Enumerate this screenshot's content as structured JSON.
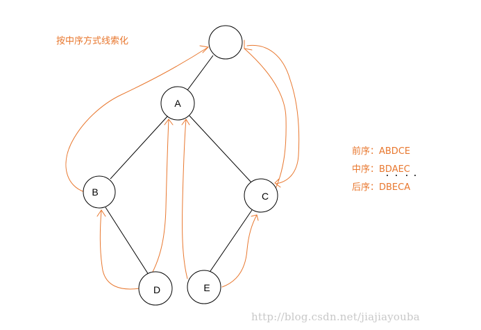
{
  "title": "按中序方式线索化",
  "nodes": [
    {
      "id": "root",
      "label": ""
    },
    {
      "id": "A",
      "label": "A"
    },
    {
      "id": "B",
      "label": "B"
    },
    {
      "id": "C",
      "label": "C"
    },
    {
      "id": "D",
      "label": "D"
    },
    {
      "id": "E",
      "label": "E"
    }
  ],
  "edges": [
    {
      "from": "root",
      "to": "A"
    },
    {
      "from": "A",
      "to": "B"
    },
    {
      "from": "A",
      "to": "C"
    },
    {
      "from": "B",
      "to": "D"
    },
    {
      "from": "C",
      "to": "E"
    }
  ],
  "threads": [
    {
      "from": "B",
      "to": "root"
    },
    {
      "from": "D",
      "to": "B"
    },
    {
      "from": "D",
      "to": "A"
    },
    {
      "from": "E",
      "to": "A"
    },
    {
      "from": "E",
      "to": "C"
    },
    {
      "from": "C",
      "to": "root"
    },
    {
      "from": "root",
      "to": "C"
    }
  ],
  "orders": {
    "preorder": "前序：ABDCE",
    "inorder": "中序：BDAEC",
    "postorder": "后序：DBECA"
  },
  "watermark": "http://blog.csdn.net/jiajiayouba",
  "colors": {
    "thread": "#e8772e",
    "edge": "#000000",
    "annotation": "#e8772e"
  }
}
